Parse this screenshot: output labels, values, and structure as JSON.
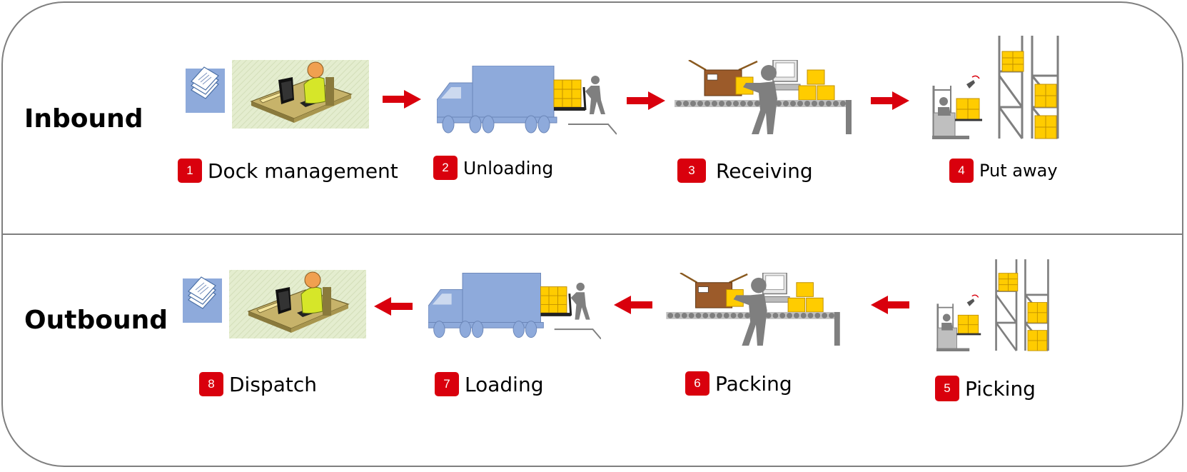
{
  "sections": {
    "inbound": "Inbound",
    "outbound": "Outbound"
  },
  "colors": {
    "accent_red": "#d9000d",
    "truck_blue": "#8eaadb",
    "box_yellow": "#ffcc00",
    "person_gray": "#7f7f7f",
    "frame_gray": "#7f7f7f"
  },
  "steps": [
    {
      "number": "1",
      "label": "Dock management",
      "icon": "dock-management-icon"
    },
    {
      "number": "2",
      "label": "Unloading",
      "icon": "truck-unloading-icon"
    },
    {
      "number": "3",
      "label": "Receiving",
      "icon": "conveyor-receiving-icon"
    },
    {
      "number": "4",
      "label": "Put away",
      "icon": "forklift-rack-icon"
    },
    {
      "number": "5",
      "label": "Picking",
      "icon": "forklift-rack-icon"
    },
    {
      "number": "6",
      "label": "Packing",
      "icon": "conveyor-packing-icon"
    },
    {
      "number": "7",
      "label": "Loading",
      "icon": "truck-loading-icon"
    },
    {
      "number": "8",
      "label": "Dispatch",
      "icon": "dispatch-desk-icon"
    }
  ]
}
